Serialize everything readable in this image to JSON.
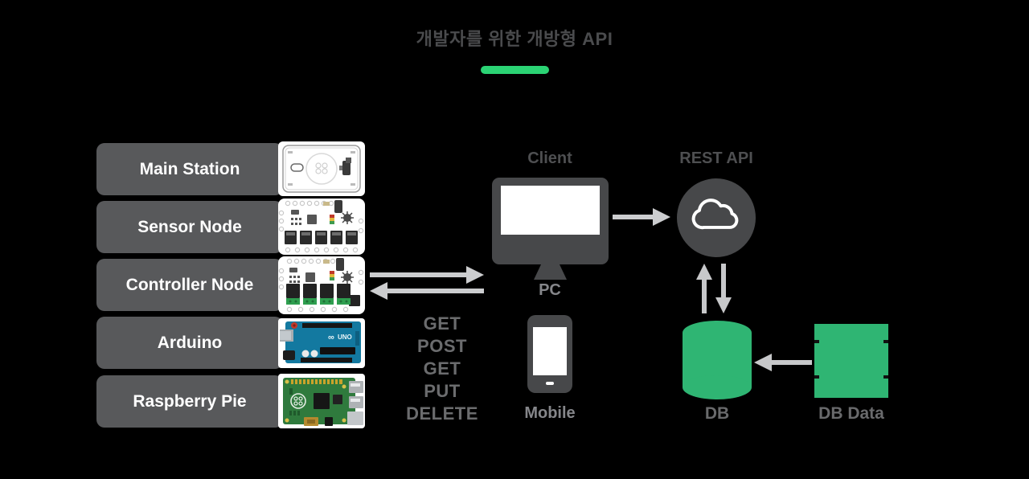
{
  "title": "개발자를 위한 개방형 API",
  "devices": [
    {
      "label": "Main Station"
    },
    {
      "label": "Sensor Node"
    },
    {
      "label": "Controller Node"
    },
    {
      "label": "Arduino"
    },
    {
      "label": "Raspberry Pie"
    }
  ],
  "http_methods": [
    "GET",
    "POST",
    "GET",
    "PUT",
    "DELETE"
  ],
  "client": {
    "title": "Client",
    "pc": "PC",
    "mobile": "Mobile"
  },
  "rest_api": {
    "title": "REST API"
  },
  "database": {
    "label": "DB"
  },
  "db_data": {
    "label": "DB Data"
  },
  "colors": {
    "background": "#000000",
    "accent_green_underline": "#2bd374",
    "shape_green": "#2fb573",
    "dark_shape_gray": "#47484a",
    "row_gray": "#58595b",
    "arrow_gray": "#cccdcf",
    "dark_label_gray": "#4e4f51",
    "light_label_gray": "#85868a",
    "method_text_gray": "#6b6c6e",
    "row_text": "#ffffff"
  }
}
